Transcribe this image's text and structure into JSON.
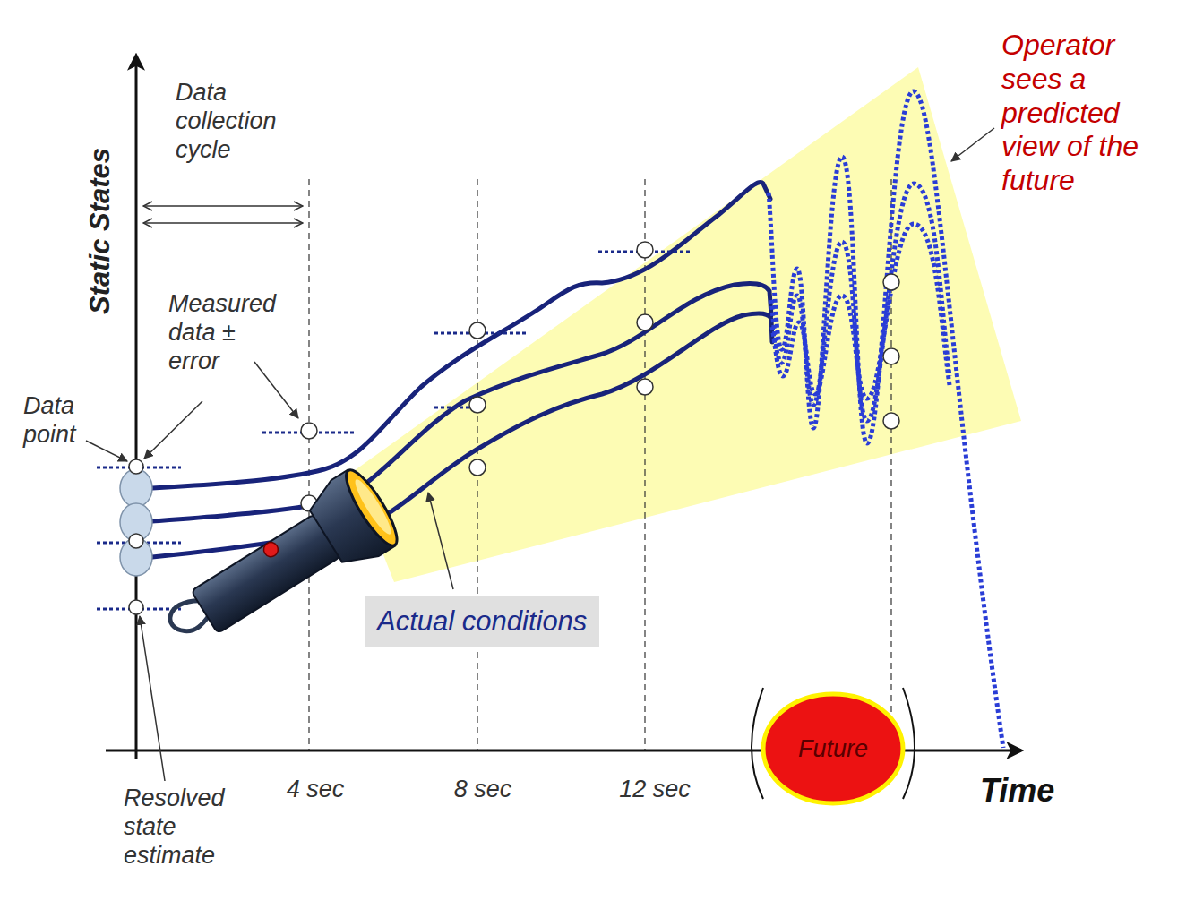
{
  "diagram": {
    "nodes": [
      {
        "text": [
          "Actual conditions"
        ]
      },
      {
        "text": [
          "Future"
        ]
      }
    ],
    "labels": [
      "Static States",
      "Data collection cycle",
      "Measured data ± error",
      "Data point",
      "Resolved state estimate",
      "4 sec",
      "8 sec",
      "12 sec",
      "Time",
      "Operator sees a predicted view of the future"
    ]
  }
}
